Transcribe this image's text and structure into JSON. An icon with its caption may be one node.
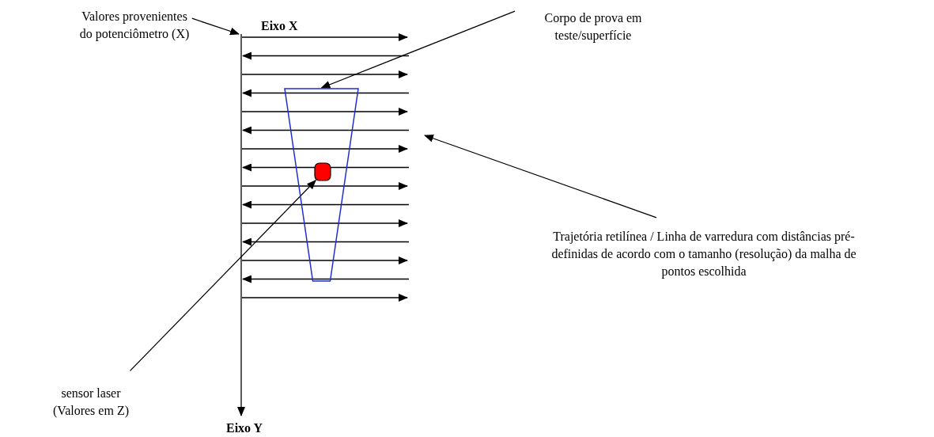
{
  "diagram": {
    "nodes": [
      {
        "text": [
          "Valores provenientes do potenciômetro (X)"
        ]
      },
      {
        "text": [
          "Corpo de prova em teste/superfície"
        ]
      },
      {
        "text": [],
        "shape": "trapezoid"
      },
      {
        "text": [],
        "shape": "box",
        "in": 2
      },
      {
        "text": [
          "sensor laser (Valores em Z)"
        ]
      },
      {
        "text": [
          "Trajetória retilínea / Linha de varredura com distâncias pré-definidas de acordo com o tamanho (resolução) da malha de pontos escolhida"
        ]
      }
    ],
    "edges": [
      {
        "from": 0,
        "to": null,
        "arrow": "to"
      },
      {
        "from": 1,
        "to": 2,
        "arrow": "to"
      },
      {
        "from": 4,
        "to": 3,
        "arrow": "to"
      },
      {
        "from": 5,
        "to": null,
        "arrow": "to"
      }
    ],
    "labels": [
      "Eixo X",
      "Eixo Y"
    ]
  }
}
